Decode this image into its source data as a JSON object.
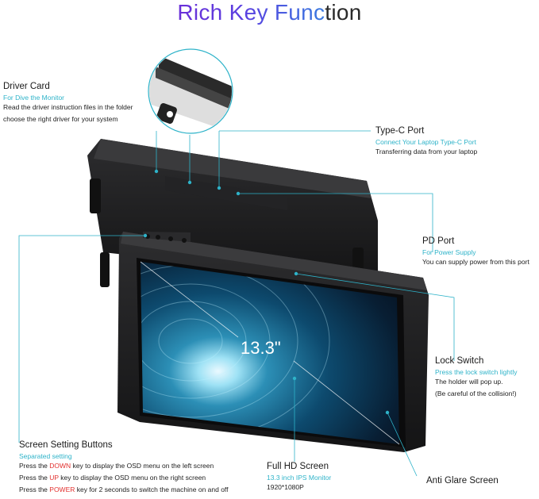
{
  "heading": {
    "part1": "Rich Key Func",
    "part2": "tion"
  },
  "screen_label": "13.3\"",
  "callouts": {
    "driver_card": {
      "title": "Driver Card",
      "subtitle": "For Dive the Monitor",
      "desc1": "Read the driver instruction files in the folder",
      "desc2": "choose the right driver for your system"
    },
    "type_c": {
      "title": "Type-C Port",
      "subtitle": "Connect Your Laptop Type-C Port",
      "desc": "Transferring data from your laptop"
    },
    "pd_port": {
      "title": "PD Port",
      "subtitle": "For Power Supply",
      "desc": "You can supply power from this port"
    },
    "lock_switch": {
      "title": "Lock Switch",
      "subtitle": "Press the lock switch lightly",
      "desc1": "The holder will pop up.",
      "desc2": "(Be careful of the collision!)"
    },
    "screen_buttons": {
      "title": "Screen Setting Buttons",
      "subtitle": "Separated setting",
      "line1_pre": "Press the ",
      "line1_key": "DOWN",
      "line1_post": " key to display the OSD menu on the left screen",
      "line2_pre": "Press the ",
      "line2_key": "UP",
      "line2_post": " key to display the OSD menu on the right screen",
      "line3_pre": "Press the ",
      "line3_key": "POWER",
      "line3_post": " key for 2 seconds to switch the machine on and off"
    },
    "full_hd": {
      "title": "Full HD Screen",
      "subtitle": "13.3 inch IPS Monitor",
      "desc": "1920*1080P"
    },
    "anti_glare": {
      "title": "Anti Glare Screen"
    }
  },
  "colors": {
    "accent": "#2eb3c9",
    "highlight_key": "#e2312f",
    "title_gradient_start": "#6a2fd8",
    "title_gradient_end": "#3a7be0"
  }
}
